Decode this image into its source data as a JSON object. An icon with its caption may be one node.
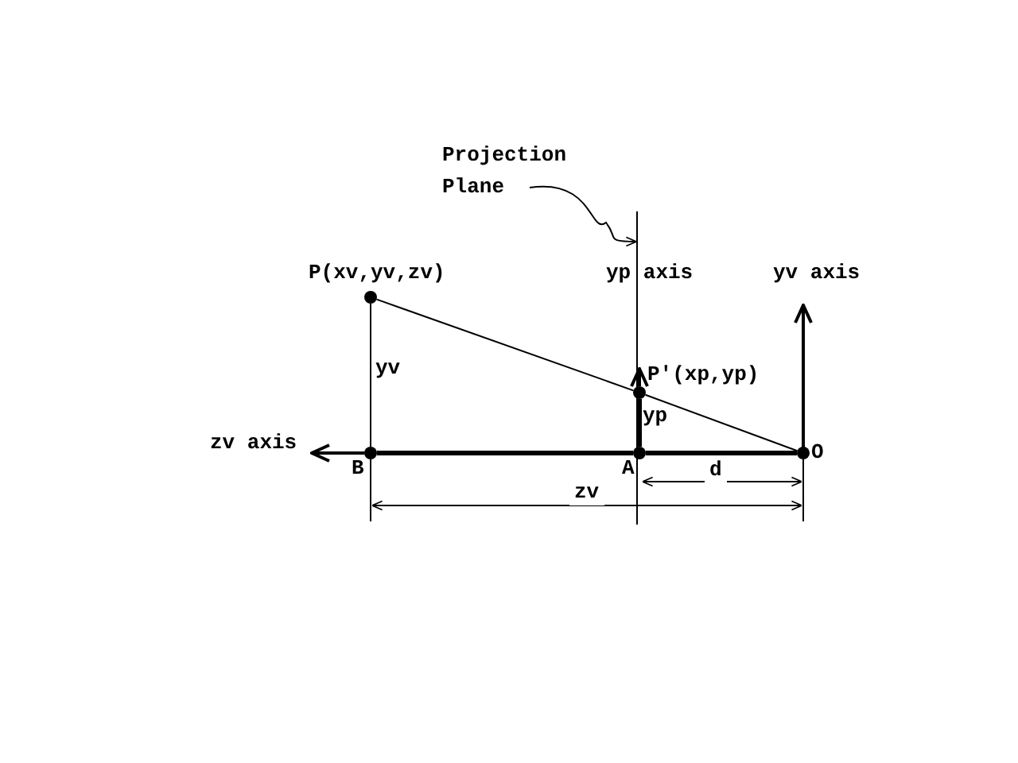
{
  "diagram": {
    "nodes": [
      {
        "text": [
          "Projection Plane"
        ]
      },
      {
        "text": [
          "P(xv,yv,zv)"
        ]
      },
      {
        "text": [
          "P'(xp,yp)"
        ]
      },
      {
        "text": [
          "B"
        ]
      },
      {
        "text": [
          "A"
        ]
      },
      {
        "text": [
          "O"
        ]
      },
      {
        "text": [],
        "shape": "line"
      }
    ],
    "edges": [
      {
        "from": 0,
        "to": 6,
        "arrow": "to"
      },
      {
        "from": 1,
        "to": 2,
        "arrow": "none"
      },
      {
        "from": 2,
        "to": 5,
        "arrow": "none"
      },
      {
        "from": 1,
        "to": 3,
        "arrow": "none"
      },
      {
        "from": 5,
        "to": 4,
        "arrow": "none",
        "style": "thick"
      },
      {
        "from": 4,
        "to": 3,
        "arrow": "none",
        "style": "thick"
      },
      {
        "from": 4,
        "to": 2,
        "arrow": "none",
        "style": "thick"
      }
    ],
    "labels": [
      "yp axis",
      "yv axis",
      "zv axis",
      "yv",
      "yp",
      "d",
      "zv"
    ]
  }
}
